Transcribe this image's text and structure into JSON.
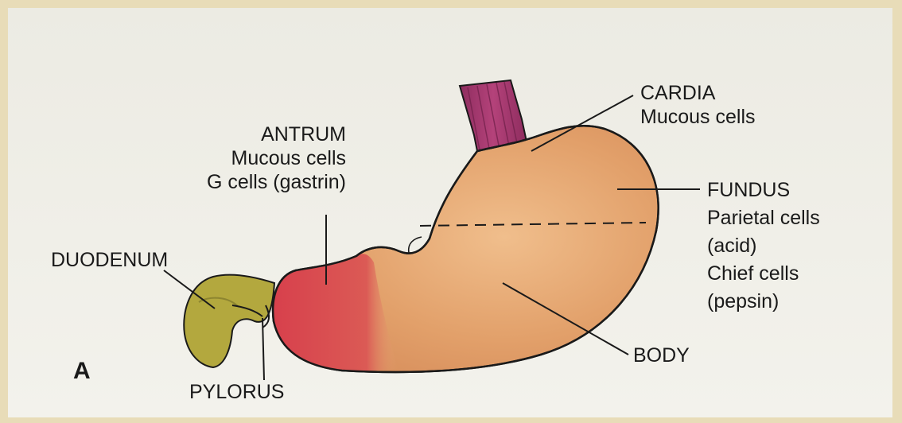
{
  "labels": {
    "cardia": {
      "title": "CARDIA",
      "line1": "Mucous cells"
    },
    "antrum": {
      "title": "ANTRUM",
      "line1": "Mucous cells",
      "line2": "G cells (gastrin)"
    },
    "fundus": {
      "title": "FUNDUS",
      "line1": "Parietal cells",
      "line2": "(acid)",
      "line3": "Chief cells",
      "line4": "(pepsin)"
    },
    "duodenum": {
      "title": "DUODENUM"
    },
    "body": {
      "title": "BODY"
    },
    "pylorus": {
      "title": "PYLORUS"
    },
    "panel": "A"
  },
  "colors": {
    "frame": "#e8dcb8",
    "paper": "#f2f1ea",
    "stomach_body": "#e6a774",
    "antrum": "#d9474f",
    "duodenum": "#b5a93f",
    "esophagus": "#a8386e",
    "ink": "#1a1a1a"
  }
}
